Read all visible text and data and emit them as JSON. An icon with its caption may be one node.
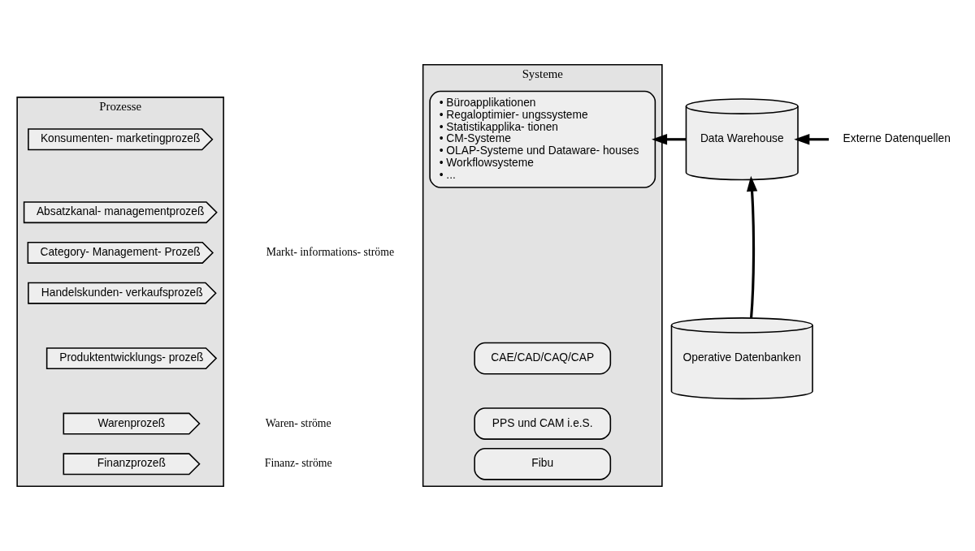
{
  "diagram": {
    "nodes": [
      {
        "text": [
          "Prozesse"
        ]
      },
      {
        "text": [
          "Konsumenten- marketingprozeß"
        ],
        "in": 0
      },
      {
        "text": [
          "Absatzkanal- managementprozeß"
        ],
        "in": 0
      },
      {
        "text": [
          "Category- Management- Prozeß"
        ],
        "in": 0
      },
      {
        "text": [
          "Handelskunden- verkaufsprozeß"
        ],
        "in": 0
      },
      {
        "text": [
          "Produktentwicklungs- prozeß"
        ],
        "in": 0
      },
      {
        "text": [
          "Warenprozeß"
        ],
        "in": 0
      },
      {
        "text": [
          "Finanzprozeß"
        ],
        "in": 0
      },
      {
        "text": [
          "Systeme"
        ]
      },
      {
        "text": [
          "• Büroapplikationen",
          "• Regaloptimier- ungssysteme",
          "• Statistikapplika- tionen",
          "• CM-Systeme",
          "• OLAP-Systeme und Dataware- houses",
          "• Workflowsysteme",
          "• ..."
        ],
        "in": 8
      },
      {
        "text": [
          "CAE/CAD/CAQ/CAP"
        ],
        "in": 8
      },
      {
        "text": [
          "PPS und CAM i.e.S."
        ],
        "in": 8
      },
      {
        "text": [
          "Fibu"
        ],
        "in": 8
      },
      {
        "text": [
          "Data Warehouse"
        ]
      },
      {
        "text": [
          "Operative Datenbanken"
        ]
      },
      {
        "text": [
          "Externe Datenquellen"
        ]
      }
    ],
    "edges": [
      {
        "from": 13,
        "to": 9,
        "arrow": "to"
      },
      {
        "from": 15,
        "to": 13,
        "arrow": "to"
      },
      {
        "from": 14,
        "to": 13,
        "arrow": "to"
      }
    ],
    "labels": [
      "Markt- informations- ströme",
      "Waren- ströme",
      "Finanz- ströme"
    ]
  }
}
